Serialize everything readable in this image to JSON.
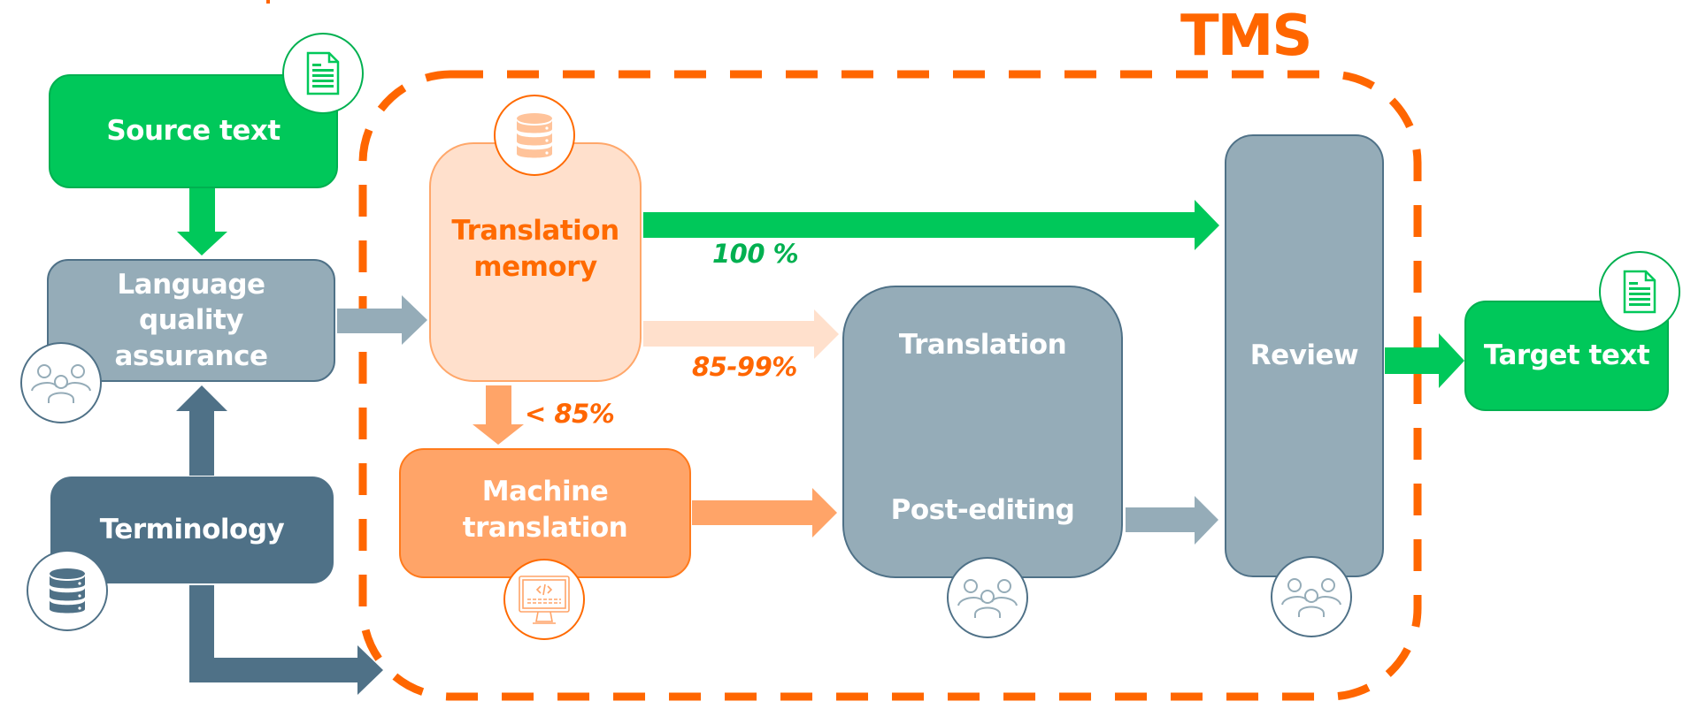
{
  "diagram": {
    "tms_label": "TMS",
    "nodes": {
      "source_text": "Source text",
      "language_quality_assurance": "Language quality assurance",
      "terminology": "Terminology",
      "translation_memory": "Translation memory",
      "machine_translation": "Machine translation",
      "translation": "Translation",
      "post_editing": "Post-editing",
      "review": "Review",
      "target_text": "Target text"
    },
    "edge_labels": {
      "full_match": "100 %",
      "fuzzy_match": "85-99%",
      "low_match": "< 85%"
    },
    "icons": {
      "source_text": "document-icon",
      "target_text": "document-icon",
      "language_quality_assurance": "people-icon",
      "terminology": "database-icon",
      "translation_memory": "database-icon",
      "machine_translation": "monitor-code-icon",
      "translation_post_editing": "people-icon",
      "review": "people-icon"
    },
    "edges": [
      {
        "from": "Source text",
        "to": "Language quality assurance"
      },
      {
        "from": "Terminology",
        "to": "Language quality assurance"
      },
      {
        "from": "Terminology",
        "to": "TMS"
      },
      {
        "from": "Language quality assurance",
        "to": "Translation memory"
      },
      {
        "from": "Translation memory",
        "to": "Review",
        "label": "100 %"
      },
      {
        "from": "Translation memory",
        "to": "Translation",
        "label": "85-99%"
      },
      {
        "from": "Translation memory",
        "to": "Machine translation",
        "label": "< 85%"
      },
      {
        "from": "Machine translation",
        "to": "Post-editing"
      },
      {
        "from": "Post-editing",
        "to": "Review"
      },
      {
        "from": "Review",
        "to": "Target text"
      }
    ],
    "colors": {
      "green": "#00C85A",
      "green_label": "#00B050",
      "orange": "#FF6600",
      "light_orange": "#FFE0CC",
      "mid_orange": "#FFA468",
      "grey_blue": "#95ACB8",
      "slate": "#4F7187"
    }
  }
}
